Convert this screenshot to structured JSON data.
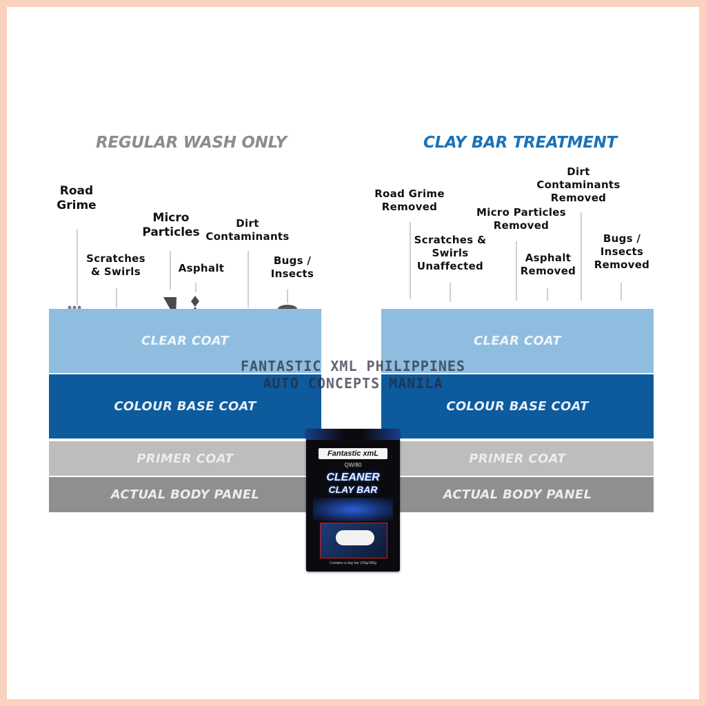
{
  "left": {
    "heading": "REGULAR WASH ONLY",
    "labels": {
      "road_grime": [
        "Road",
        "Grime"
      ],
      "micro_particles": [
        "Micro",
        "Particles"
      ],
      "dirt": [
        "Dirt",
        "Contaminants"
      ],
      "scratches": [
        "Scratches",
        "& Swirls"
      ],
      "asphalt": [
        "Asphalt"
      ],
      "bugs": [
        "Bugs /",
        "Insects"
      ]
    },
    "layers": {
      "clear": "CLEAR COAT",
      "base": "COLOUR BASE COAT",
      "primer": "PRIMER COAT",
      "panel": "ACTUAL BODY PANEL"
    }
  },
  "right": {
    "heading": "CLAY BAR TREATMENT",
    "labels": {
      "road_grime": [
        "Road Grime",
        "Removed"
      ],
      "dirt": [
        "Dirt",
        "Contaminants",
        "Removed"
      ],
      "micro_particles": [
        "Micro Particles",
        "Removed"
      ],
      "scratches": [
        "Scratches &",
        "Swirls",
        "Unaffected"
      ],
      "asphalt": [
        "Asphalt",
        "Removed"
      ],
      "bugs": [
        "Bugs /",
        "Insects",
        "Removed"
      ]
    },
    "layers": {
      "clear": "CLEAR COAT",
      "base": "COLOUR BASE COAT",
      "primer": "PRIMER COAT",
      "panel": "ACTUAL BODY PANEL"
    }
  },
  "watermark": {
    "line1": "FANTASTIC XML PHILIPPINES",
    "line2": "AUTO CONCEPTS MANILA"
  },
  "product": {
    "brand": "Fantastic xmL",
    "code": "QW/80",
    "title1": "CLEANER",
    "title2": "CLAY BAR",
    "footer": "Contains a clay bar 100g/180g"
  },
  "colors": {
    "frame": "#fbd2bf",
    "left_heading": "#8c8c8c",
    "right_heading": "#1a73b8",
    "clear_coat": "#8ebde0",
    "base_coat": "#0d5a9c",
    "primer_coat": "#bdbdbd",
    "body_panel": "#8f8f8f"
  }
}
